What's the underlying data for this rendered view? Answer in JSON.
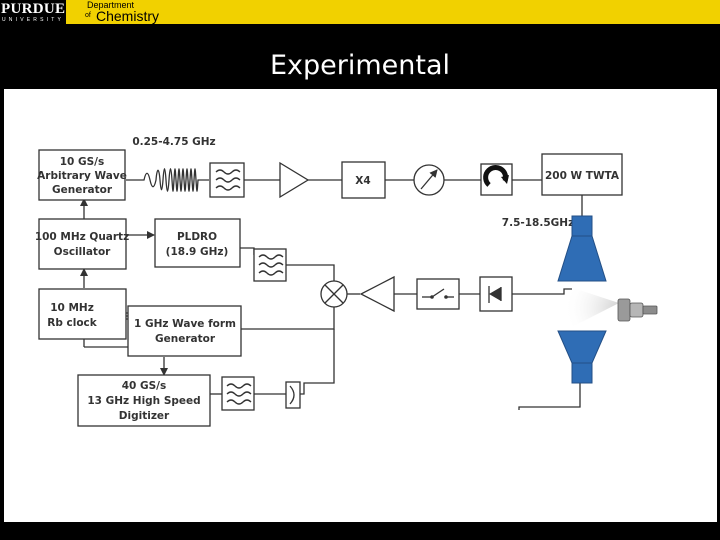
{
  "header": {
    "logo_word": "PURDUE",
    "logo_sub": "UNIVERSITY",
    "dept_line1": "Department",
    "dept_of": "of",
    "dept_line2": "Chemistry"
  },
  "slide": {
    "title": "Experimental"
  },
  "diagram": {
    "freq_label": "0.25-4.75 GHz",
    "awg": [
      "10 GS/s",
      "Arbitrary Wave",
      "Generator"
    ],
    "quartz": [
      "100 MHz Quartz",
      "Oscillator"
    ],
    "pldro": [
      "PLDRO",
      "(18.9 GHz)"
    ],
    "rb_clock": [
      "10 MHz",
      "Rb clock"
    ],
    "wave_form": [
      "1 GHz Wave form",
      "Generator"
    ],
    "digitizer": [
      "40 GS/s",
      "13 GHz High Speed",
      "Digitizer"
    ],
    "multiplier": "X4",
    "twta": "200 W TWTA",
    "band_label": "7.5-18.5GHz",
    "colors": {
      "horn": "#2f6db5",
      "header_gold": "#f1d100"
    }
  }
}
